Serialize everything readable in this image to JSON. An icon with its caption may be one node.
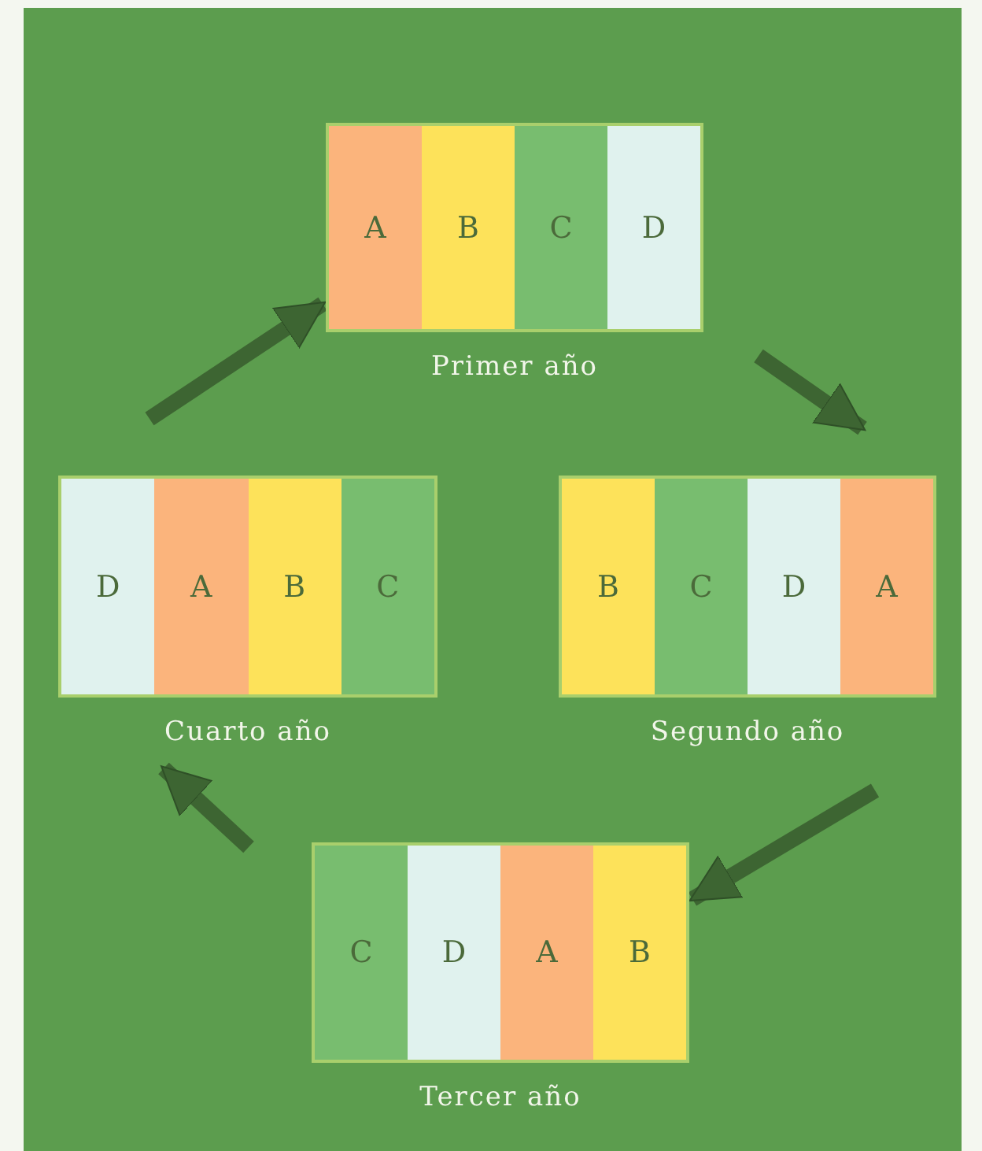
{
  "diagram": {
    "nodes": [
      {
        "text": [
          "Primer año"
        ]
      },
      {
        "text": [
          "A"
        ],
        "in": 0
      },
      {
        "text": [
          "B"
        ],
        "in": 0
      },
      {
        "text": [
          "C"
        ],
        "in": 0
      },
      {
        "text": [
          "D"
        ],
        "in": 0
      },
      {
        "text": [
          "Cuarto año"
        ]
      },
      {
        "text": [
          "D"
        ],
        "in": 5
      },
      {
        "text": [
          "A"
        ],
        "in": 5
      },
      {
        "text": [
          "B"
        ],
        "in": 5
      },
      {
        "text": [
          "C"
        ],
        "in": 5
      },
      {
        "text": [
          "Segundo año"
        ]
      },
      {
        "text": [
          "B"
        ],
        "in": 10
      },
      {
        "text": [
          "C"
        ],
        "in": 10
      },
      {
        "text": [
          "D"
        ],
        "in": 10
      },
      {
        "text": [
          "A"
        ],
        "in": 10
      },
      {
        "text": [
          "Tercer año"
        ]
      },
      {
        "text": [
          "C"
        ],
        "in": 15
      },
      {
        "text": [
          "D"
        ],
        "in": 15
      },
      {
        "text": [
          "A"
        ],
        "in": 15
      },
      {
        "text": [
          "B"
        ],
        "in": 15
      }
    ],
    "edges": [
      {
        "from": 0,
        "to": 10,
        "arrow": "to"
      },
      {
        "from": 10,
        "to": 15,
        "arrow": "to"
      },
      {
        "from": 15,
        "to": 5,
        "arrow": "to"
      },
      {
        "from": 5,
        "to": 0,
        "arrow": "to"
      }
    ]
  }
}
